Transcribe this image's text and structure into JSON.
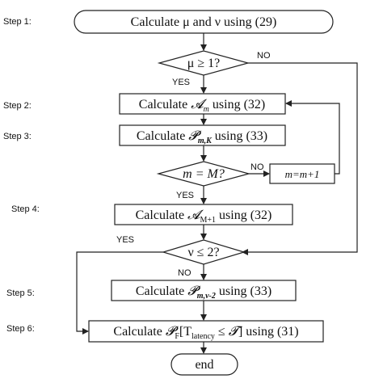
{
  "steps": {
    "s1": "Step 1:",
    "s2": "Step 2:",
    "s3": "Step 3:",
    "s4": "Step 4:",
    "s5": "Step 5:",
    "s6": "Step 6:"
  },
  "boxes": {
    "b1": "Calculate μ  and ν  using (29)",
    "d1": "μ ≥ 1?",
    "b2_pre": "Calculate ",
    "b2_sym": "𝓐",
    "b2_sub": "m",
    "b2_post": " using (32)",
    "b3_pre": "Calculate ",
    "b3_sym": "𝓟",
    "b3_sub": "m,K",
    "b3_post": " using (33)",
    "d2": "m = M?",
    "side": "m=m+1",
    "b4_pre": "Calculate ",
    "b4_sym": "𝓐",
    "b4_sub": "M+1",
    "b4_post": " using (32)",
    "d3": "ν  ≤  2?",
    "b5_pre": "Calculate ",
    "b5_sym": "𝓟",
    "b5_sub": "m,ν-2",
    "b5_post": " using (33)",
    "b6_pre": "Calculate ",
    "b6_sym": "𝓟",
    "b6_sub": "F",
    "b6_mid": "[T",
    "b6_sub2": "latency",
    "b6_mid2": " ≤ ",
    "b6_sym2": "𝓣",
    "b6_post": "] using (31)",
    "end": "end"
  },
  "branches": {
    "no1": "NO",
    "yes1": "YES",
    "no2": "NO",
    "yes2": "YES",
    "yes3": "YES",
    "no3": "NO"
  }
}
